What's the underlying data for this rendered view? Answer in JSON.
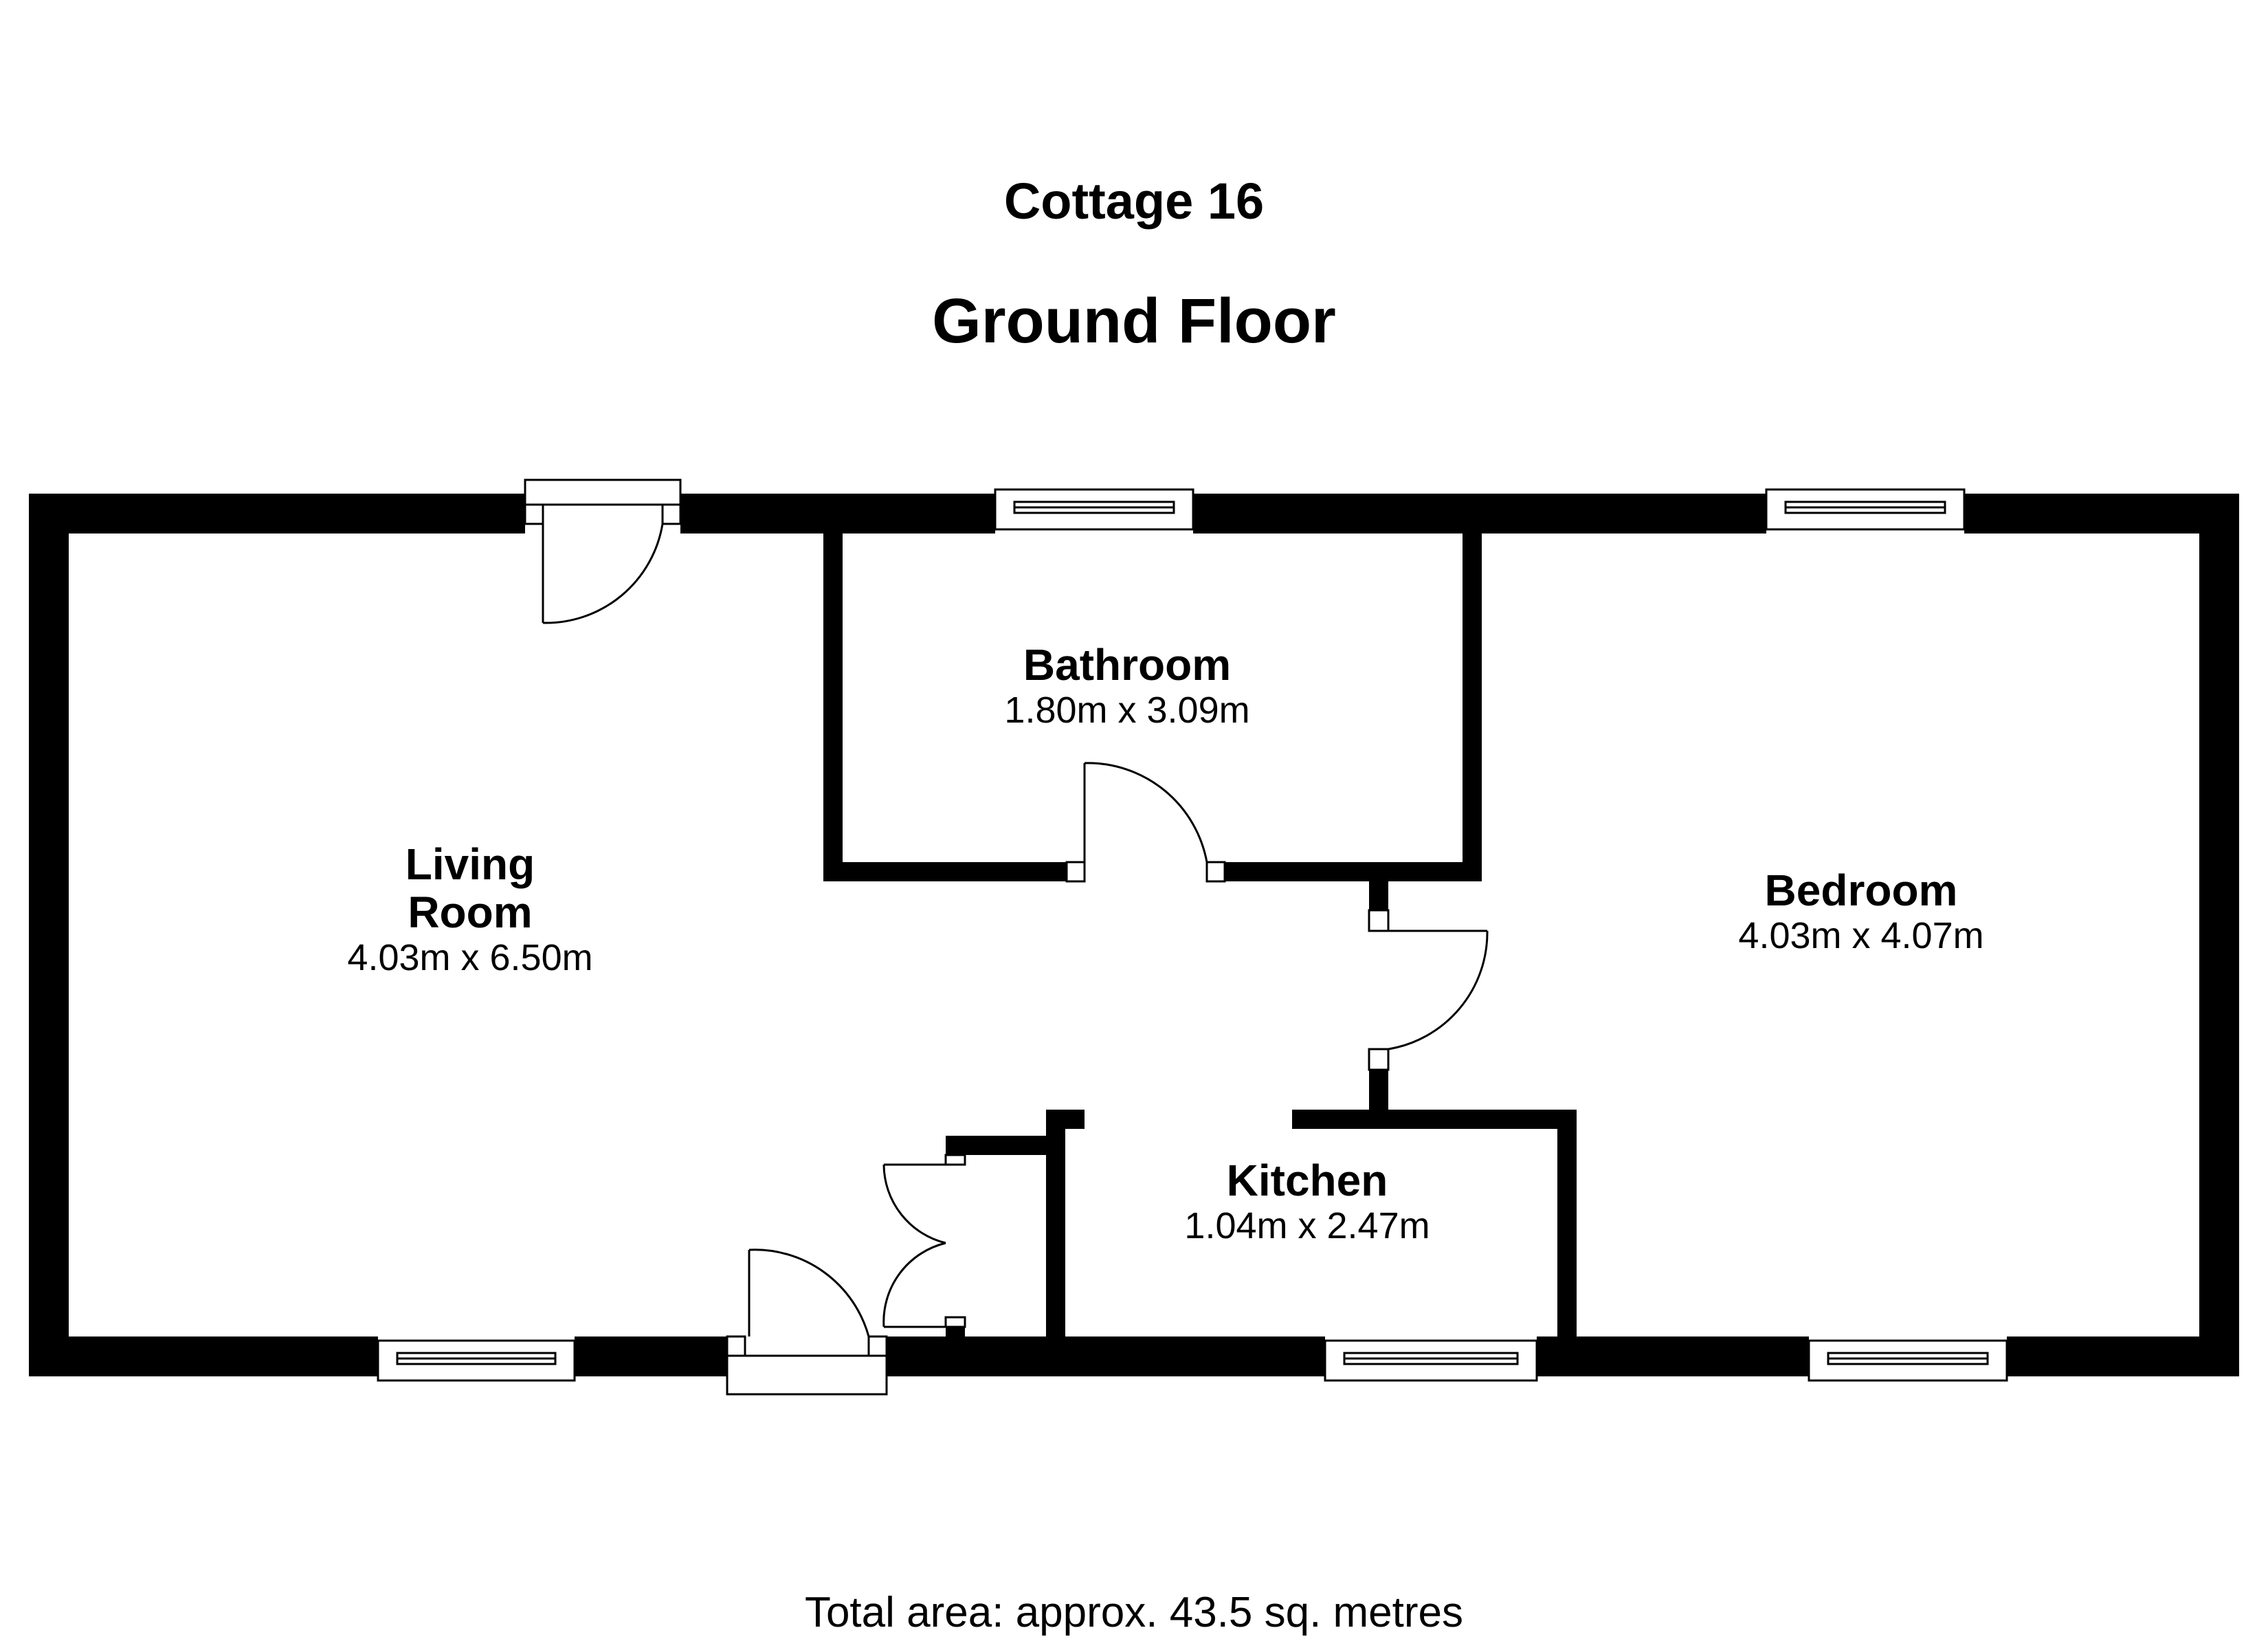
{
  "header": {
    "subtitle": "Cottage 16",
    "title": "Ground Floor"
  },
  "rooms": {
    "living_room": {
      "name_line1": "Living",
      "name_line2": "Room",
      "dimensions": "4.03m x 6.50m"
    },
    "bathroom": {
      "name": "Bathroom",
      "dimensions": "1.80m x 3.09m"
    },
    "bedroom": {
      "name": "Bedroom",
      "dimensions": "4.03m x 4.07m"
    },
    "kitchen": {
      "name": "Kitchen",
      "dimensions": "1.04m x 2.47m"
    }
  },
  "footer": {
    "total_area": "Total area: approx. 43.5 sq. metres"
  },
  "colors": {
    "wall": "#000000",
    "background": "#ffffff",
    "fixture": "#000000"
  }
}
